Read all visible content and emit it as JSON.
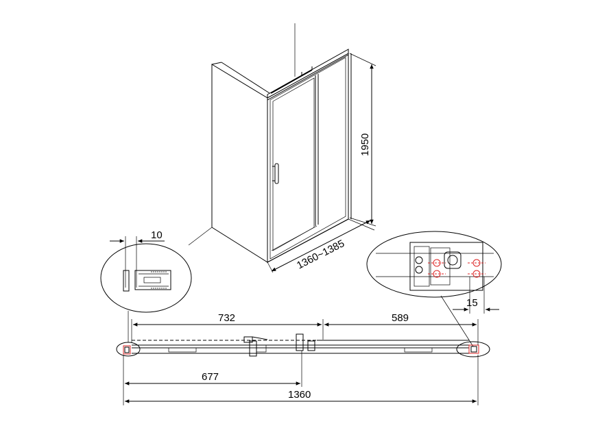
{
  "dimensions": {
    "height": "1950",
    "width_range": "1360~1385",
    "profile_gap": "10",
    "bracket_offset": "15",
    "left_door": "732",
    "right_door": "589",
    "handle_position": "677",
    "total_width": "1360"
  },
  "colors": {
    "line": "#000000",
    "detail_marks": "#d22222",
    "background": "#ffffff"
  }
}
